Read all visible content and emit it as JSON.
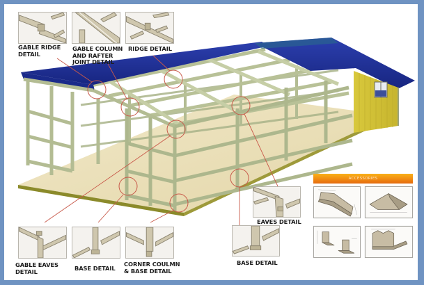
{
  "figure": {
    "frame_border_color": "#6f93c2",
    "subject": "Pre-engineered steel frame building with blue roof sheeting and yellow-clad end bay",
    "roof_color": "#1f2f96",
    "cladding_color": "#d6c43a",
    "floor_color": "#ece2bd",
    "frame_color": "#b9c29a",
    "callout_color": "#c8594a"
  },
  "details": {
    "top": [
      {
        "id": "gable-ridge",
        "label": "GABLE RIDGE\nDETAIL"
      },
      {
        "id": "gable-column-rafter",
        "label": "GABLE COLUMN\nAND RAFTER\nJOINT DETAIL"
      },
      {
        "id": "ridge",
        "label": "RIDGE DETAIL"
      }
    ],
    "bottom": [
      {
        "id": "gable-eaves",
        "label": "GABLE EAVES\nDETAIL"
      },
      {
        "id": "base-left",
        "label": "BASE DETAIL"
      },
      {
        "id": "corner-column-base",
        "label": "CORNER COULMN\n& BASE DETAIL"
      }
    ],
    "right": [
      {
        "id": "eaves",
        "label": "EAVES DETAIL"
      },
      {
        "id": "base-right",
        "label": "BASE DETAIL"
      }
    ]
  },
  "accessories": {
    "title": "ACCESSORIES",
    "items": [
      "angled-bracket",
      "ridge-cap-plate",
      "base-angle-clips",
      "corner-stepped-bracket"
    ],
    "bar_gradient": [
      "#f9b11a",
      "#e46a0e"
    ]
  }
}
